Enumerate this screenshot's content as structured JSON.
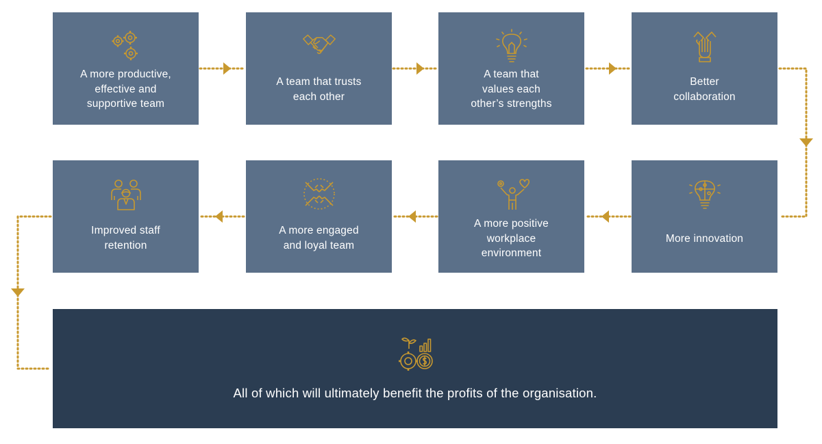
{
  "colors": {
    "box": "#5b7089",
    "final_box": "#2b3d52",
    "accent": "#c8992f",
    "text": "#ffffff"
  },
  "steps": [
    {
      "label": "A more productive,\neffective and\nsupportive team",
      "icon": "gears-icon"
    },
    {
      "label": "A team that trusts\neach other",
      "icon": "handshake-icon"
    },
    {
      "label": "A team that\nvalues each\nother’s strengths",
      "icon": "lightbulb-icon"
    },
    {
      "label": "Better\ncollaboration",
      "icon": "hands-together-icon"
    },
    {
      "label": "More innovation",
      "icon": "puzzle-bulb-icon"
    },
    {
      "label": "A more positive\nworkplace\nenvironment",
      "icon": "person-heart-icon"
    },
    {
      "label": "A more engaged\nand loyal team",
      "icon": "team-hands-icon"
    },
    {
      "label": "Improved staff\nretention",
      "icon": "staff-group-icon"
    }
  ],
  "final": {
    "label": "All of which will ultimately benefit the profits of the organisation.",
    "icon": "profit-growth-icon"
  }
}
